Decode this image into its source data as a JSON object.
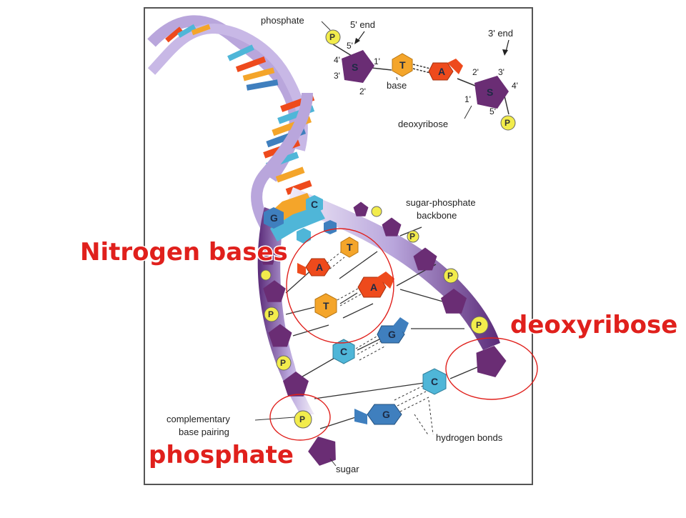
{
  "labels": {
    "phosphate_top": "phosphate",
    "five_end": "5' end",
    "three_end": "3' end",
    "base": "base",
    "deoxyribose_small": "deoxyribose",
    "sugar_phosphate": "sugar-phosphate",
    "backbone": "backbone",
    "complementary": "complementary",
    "base_pairing": "base pairing",
    "hydrogen_bonds": "hydrogen bonds",
    "sugar": "sugar"
  },
  "carbon_numbers": {
    "left_4": "4'",
    "left_5": "5'",
    "left_3": "3'",
    "left_1": "1'",
    "left_2": "2'",
    "right_2": "2'",
    "right_3": "3'",
    "right_4": "4'",
    "right_1": "1'",
    "right_5": "5'"
  },
  "symbols": {
    "phosphate": "P",
    "sugar": "S",
    "adenine": "A",
    "thymine": "T",
    "guanine": "G",
    "cytosine": "C"
  },
  "annotations": {
    "nitrogen_bases": "Nitrogen bases",
    "deoxyribose": "deoxyribose",
    "phosphate": "phosphate"
  },
  "colors": {
    "adenine": "#ee4a1c",
    "thymine": "#f4a52a",
    "guanine": "#3f7fbe",
    "cytosine": "#4fb6d8",
    "sugar": "#6a2d74",
    "phosphate": "#f2ec4c",
    "backbone": "#b8a6dc",
    "annotation": "#e0201c"
  }
}
